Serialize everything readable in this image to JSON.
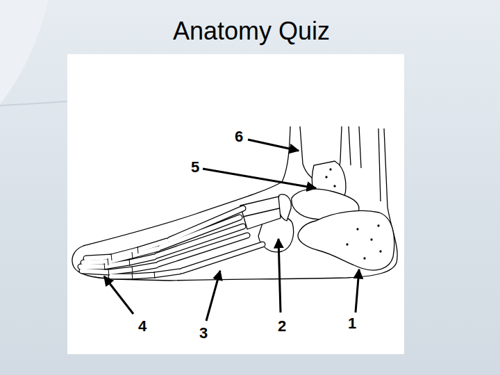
{
  "diagram": {
    "title": "Anatomy Quiz",
    "labels": [
      "6",
      "5",
      "4",
      "3",
      "2",
      "1"
    ]
  }
}
